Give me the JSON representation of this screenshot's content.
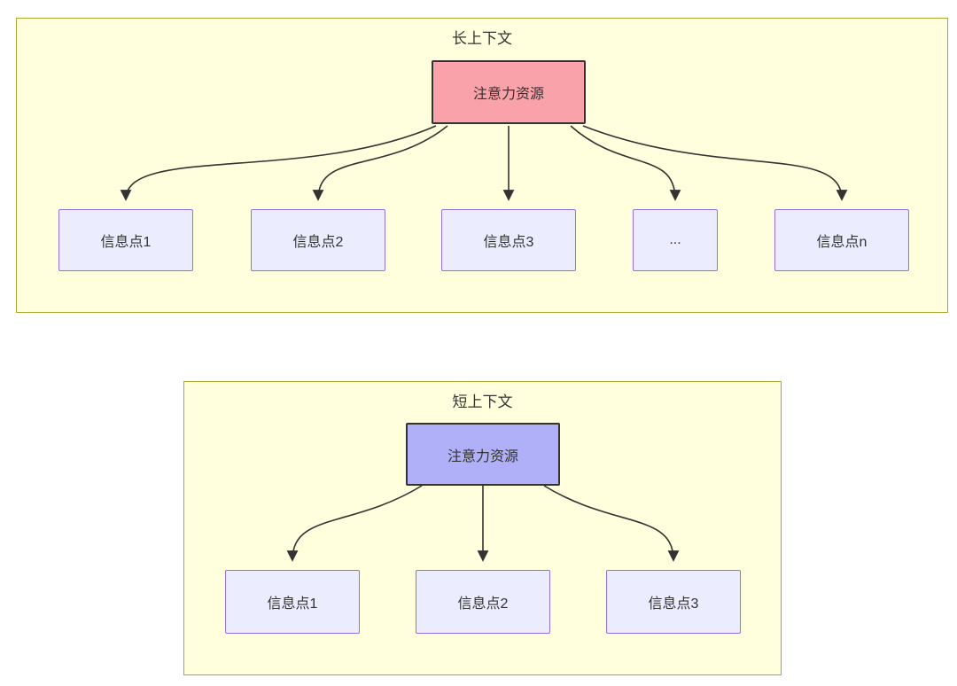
{
  "colors": {
    "page_background": "#ffffff",
    "cluster_fill": "#ffffde",
    "cluster_border": "#aaaa33",
    "info_node_fill": "#ececff",
    "info_node_border": "#9370db",
    "attention_long_fill": "#f9a2aa",
    "attention_short_fill": "#b0b0f8",
    "attention_border": "#333333",
    "edge_color": "#333333",
    "text_color": "#333333"
  },
  "clusters": [
    {
      "title": "长上下文",
      "attention_label": "注意力资源",
      "nodes": [
        {
          "label": "信息点1"
        },
        {
          "label": "信息点2"
        },
        {
          "label": "信息点3"
        },
        {
          "label": "..."
        },
        {
          "label": "信息点n"
        }
      ]
    },
    {
      "title": "短上下文",
      "attention_label": "注意力资源",
      "nodes": [
        {
          "label": "信息点1"
        },
        {
          "label": "信息点2"
        },
        {
          "label": "信息点3"
        }
      ]
    }
  ]
}
